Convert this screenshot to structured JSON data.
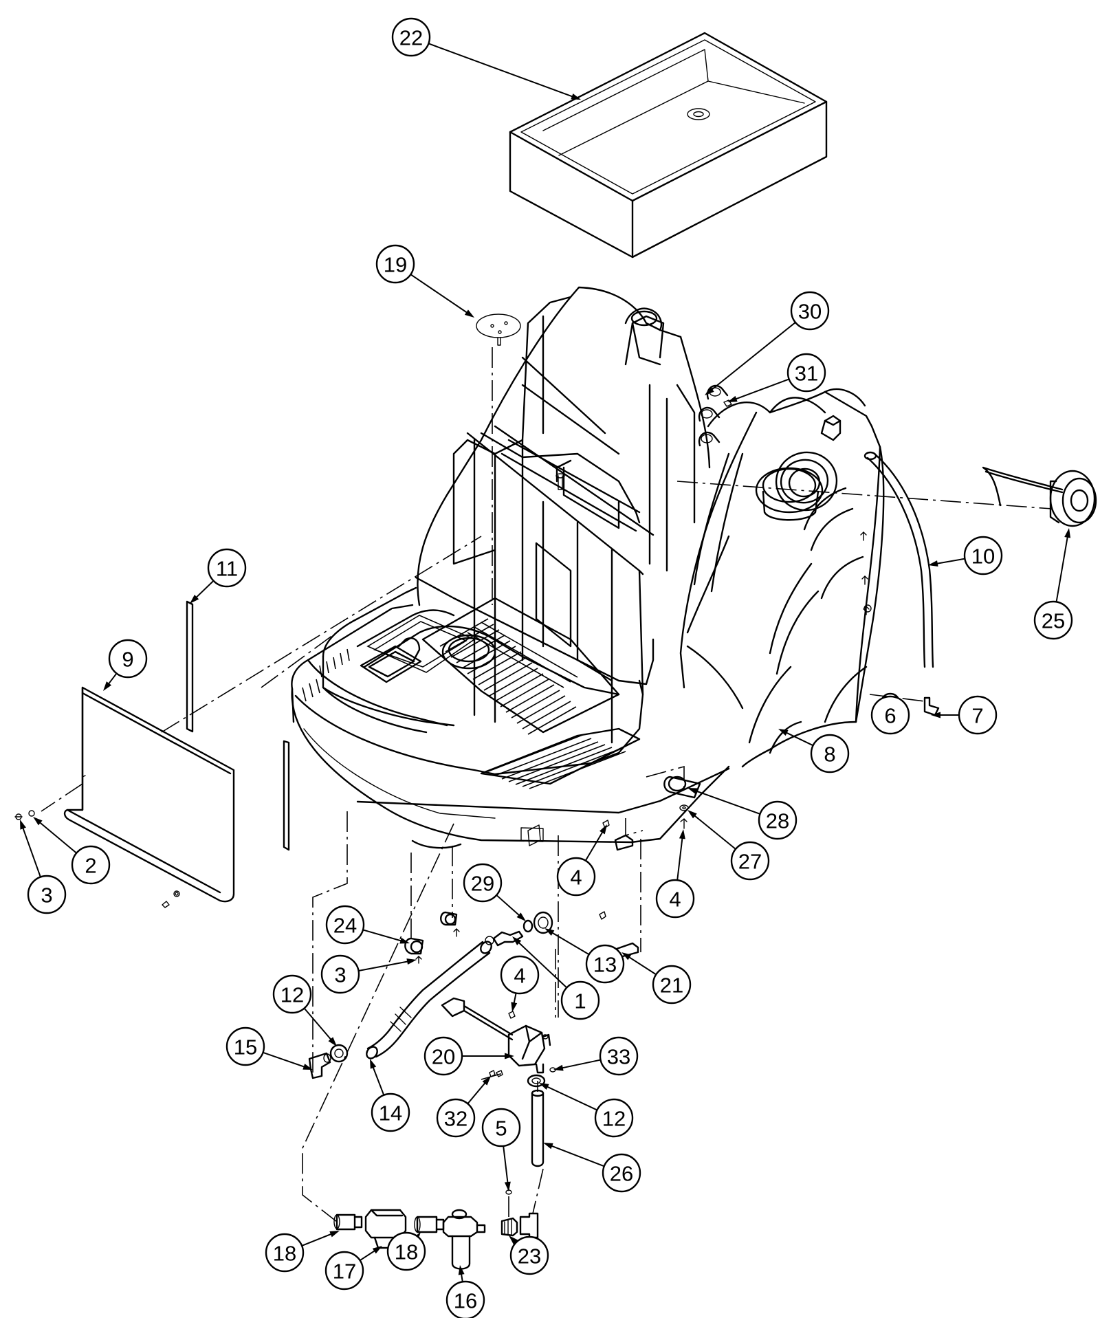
{
  "diagram": {
    "type": "exploded-parts-view",
    "callouts": [
      {
        "label": "22"
      },
      {
        "label": "19"
      },
      {
        "label": "30"
      },
      {
        "label": "31"
      },
      {
        "label": "10"
      },
      {
        "label": "25"
      },
      {
        "label": "11"
      },
      {
        "label": "9"
      },
      {
        "label": "6"
      },
      {
        "label": "7"
      },
      {
        "label": "8"
      },
      {
        "label": "28"
      },
      {
        "label": "27"
      },
      {
        "label": "3"
      },
      {
        "label": "2"
      },
      {
        "label": "4"
      },
      {
        "label": "4"
      },
      {
        "label": "29"
      },
      {
        "label": "24"
      },
      {
        "label": "13"
      },
      {
        "label": "3"
      },
      {
        "label": "21"
      },
      {
        "label": "1"
      },
      {
        "label": "4"
      },
      {
        "label": "12"
      },
      {
        "label": "15"
      },
      {
        "label": "20"
      },
      {
        "label": "33"
      },
      {
        "label": "14"
      },
      {
        "label": "32"
      },
      {
        "label": "12"
      },
      {
        "label": "5"
      },
      {
        "label": "26"
      },
      {
        "label": "18"
      },
      {
        "label": "17"
      },
      {
        "label": "18"
      },
      {
        "label": "16"
      },
      {
        "label": "23"
      }
    ]
  }
}
